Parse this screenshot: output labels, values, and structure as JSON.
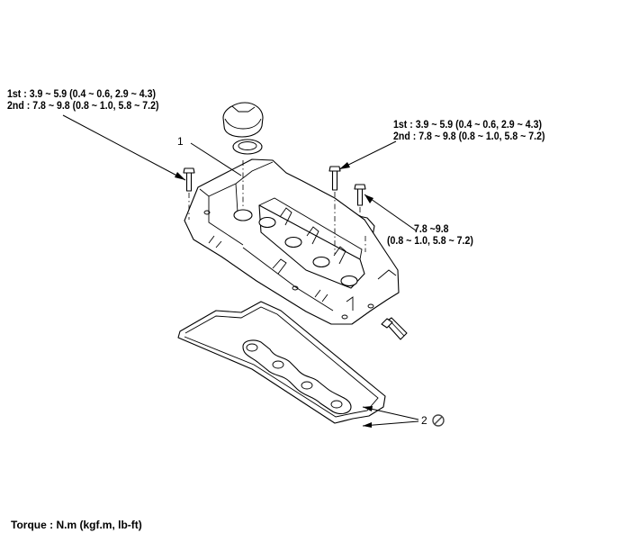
{
  "callouts": {
    "left_bolt": {
      "line1": "1st  : 3.9 ~ 5.9 (0.4 ~ 0.6, 2.9 ~ 4.3)",
      "line2": "2nd : 7.8 ~ 9.8 (0.8 ~ 1.0, 5.8 ~ 7.2)"
    },
    "right_bolt": {
      "line1": "1st  : 3.9 ~ 5.9 (0.4 ~ 0.6, 2.9 ~ 4.3)",
      "line2": "2nd : 7.8 ~ 9.8 (0.8 ~ 1.0, 5.8 ~ 7.2)"
    },
    "bracket_bolt": {
      "line1": "7.8 ~9.8",
      "line2": "(0.8 ~ 1.0, 5.8 ~ 7.2)"
    }
  },
  "parts": {
    "cover_number": "1",
    "gasket_number": "2"
  },
  "icons": {
    "non_reusable": "no-reuse-icon"
  },
  "legend": "Torque : N.m (kgf.m, lb-ft)"
}
